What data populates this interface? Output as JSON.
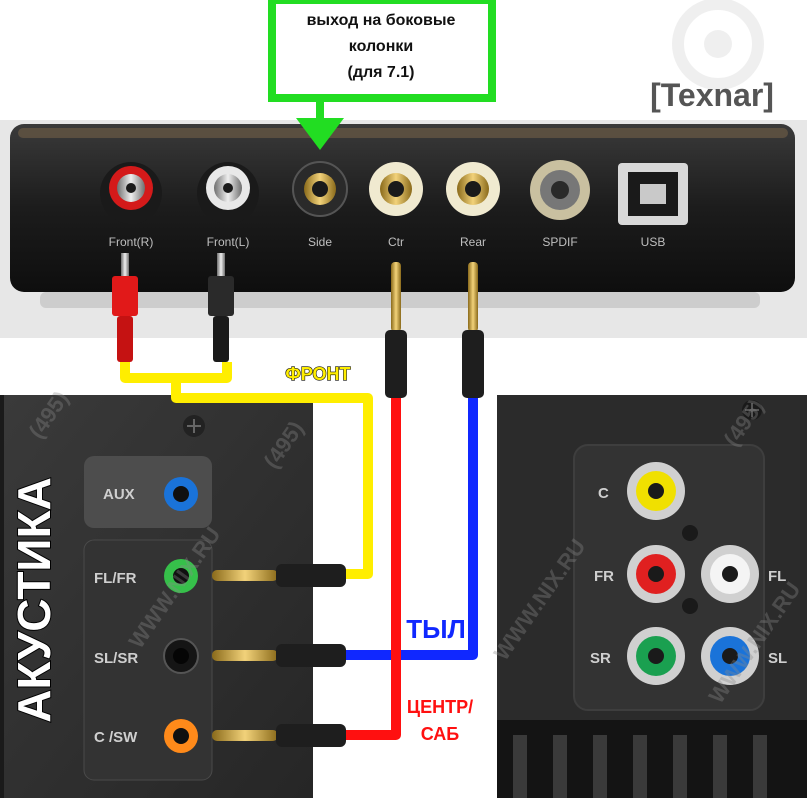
{
  "callout": {
    "line1": "выход на боковые",
    "line2": "колонки",
    "line3": "(для 7.1)",
    "color": "#22dd22"
  },
  "brand": "[Texnar]",
  "device": {
    "ports": [
      {
        "label": "Front(R)",
        "ring": "#d41a1a"
      },
      {
        "label": "Front(L)",
        "ring": "#e8e8e8"
      },
      {
        "label": "Side",
        "ring": "#2a2a2a"
      },
      {
        "label": "Ctr",
        "ring": "#f0ead0"
      },
      {
        "label": "Rear",
        "ring": "#f0ead0"
      },
      {
        "label": "SPDIF",
        "ring": "#c9c0a0"
      },
      {
        "label": "USB",
        "ring": "#888888"
      }
    ]
  },
  "cables": {
    "front": {
      "label": "ФРОНТ",
      "color": "#ffee00"
    },
    "rear": {
      "label": "ТЫЛ",
      "color": "#1028ff"
    },
    "center_line1": "ЦЕНТР/",
    "center_line2": "САБ",
    "center_color": "#ff1010"
  },
  "speaker_system": {
    "title": "АКУСТИКА",
    "inputs": [
      {
        "label": "AUX",
        "color": "#1a73d9"
      },
      {
        "label": "FL/FR",
        "color": "#36c04a"
      },
      {
        "label": "SL/SR",
        "color": "#111111"
      },
      {
        "label": "C /SW",
        "color": "#ff8a1a"
      }
    ]
  },
  "rca_panel": {
    "jacks": [
      {
        "label": "C",
        "color": "#f0e000"
      },
      {
        "label": "FR",
        "color": "#e02020"
      },
      {
        "label": "FL",
        "color": "#f4f4f4"
      },
      {
        "label": "SR",
        "color": "#1aa050"
      },
      {
        "label": "SL",
        "color": "#1a73d9"
      }
    ]
  },
  "watermarks": [
    "(495)",
    "(495)",
    "(495)",
    "WWW.NIX.RU",
    "WWW.NIX.RU",
    "WWW.NIX.RU"
  ]
}
